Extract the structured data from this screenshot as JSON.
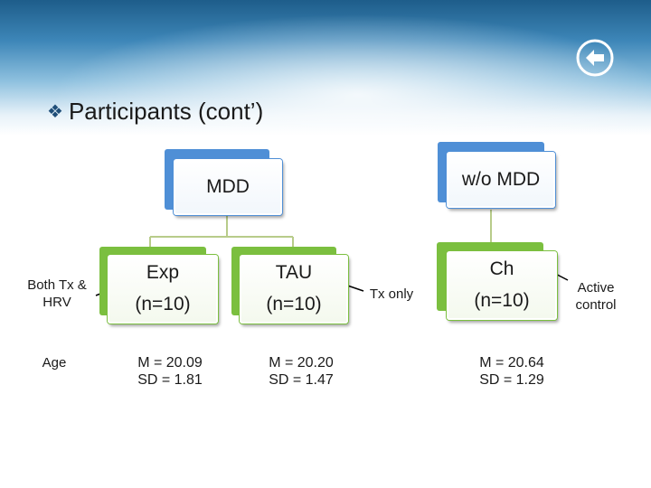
{
  "slide": {
    "title": "Participants (cont’)",
    "bullet_icon": "diamond-bullet-icon",
    "nav_icon": "back-arrow-icon"
  },
  "colors": {
    "blue": "#4f8fd6",
    "green": "#7bbf3f",
    "header": "#1e5d8a"
  },
  "diagram": {
    "top_nodes": [
      {
        "label": "MDD"
      },
      {
        "label": "w/o MDD"
      }
    ],
    "groups": [
      {
        "name": "Exp",
        "n": "(n=10)",
        "mean": "M = 20.09",
        "sd": "SD =  1.81"
      },
      {
        "name": "TAU",
        "n": "(n=10)",
        "mean": "M = 20.20",
        "sd": "SD = 1.47"
      },
      {
        "name": "Ch",
        "n": "(n=10)",
        "mean": "M = 20.64",
        "sd": "SD = 1.29"
      }
    ],
    "annotations": {
      "both_tx_hrv": [
        "Both Tx &",
        "HRV"
      ],
      "tx_only": "Tx only",
      "active_control": [
        "Active",
        "control"
      ]
    },
    "row_label_age": "Age"
  }
}
